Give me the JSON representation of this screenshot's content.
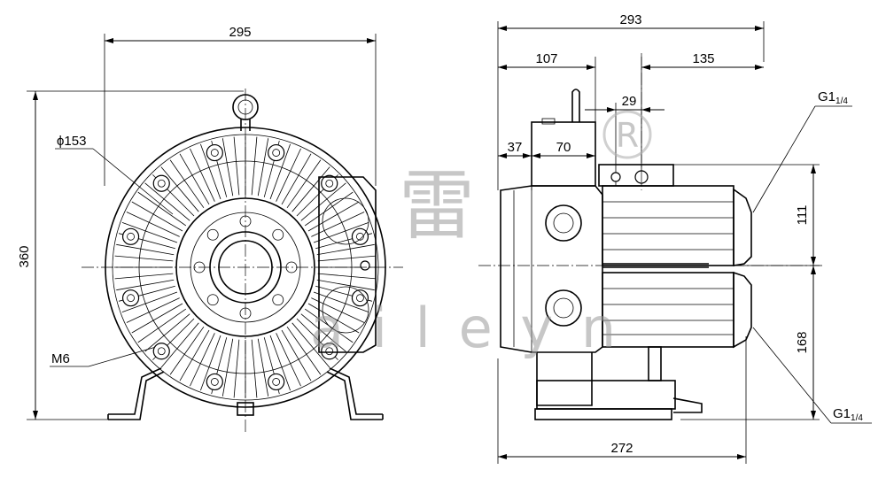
{
  "views": {
    "front": {
      "dim_width": "295",
      "dim_height": "360",
      "dim_diameter": "ϕ153",
      "dim_bolt": "M6"
    },
    "side": {
      "dim_total": "293",
      "dim_left_offset": "107",
      "dim_right_offset": "135",
      "dim_port_gap": "29",
      "dim_box_offset": "37",
      "dim_box_width": "70",
      "dim_upper_height": "111",
      "dim_lower_height": "168",
      "dim_base_length": "272",
      "port_upper_main": "G1",
      "port_upper_sub": "1/4",
      "port_lower_main": "G1",
      "port_lower_sub": "1/4"
    }
  },
  "watermark": {
    "chinese": "雷",
    "latin": "a i l e y n",
    "registered": "R"
  },
  "colors": {
    "line": "#000000",
    "watermark": "#9a9a9a"
  }
}
